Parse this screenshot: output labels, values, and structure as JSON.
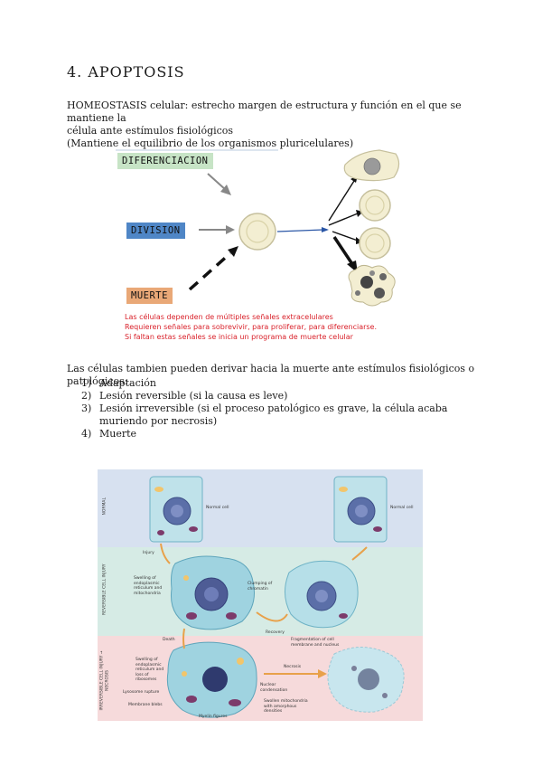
{
  "heading": "4. APOPTOSIS",
  "intro": {
    "line1": "HOMEOSTASIS celular: estrecho margen de estructura y función en el que se mantiene la",
    "line2": "célula ante estímulos fisiológicos",
    "line3": "(Mantiene el equilibrio de los organismos pluricelulares)"
  },
  "diagram1": {
    "labels": {
      "differentiation": "DIFERENCIACION",
      "division": "DIVISION",
      "death": "MUERTE"
    },
    "colors": {
      "differentiation": "#c7e4c6",
      "division": "#4f86c6",
      "death": "#e9a877",
      "cell": "#f3eed2",
      "red_text": "#d9212a"
    },
    "caption": [
      "Las células dependen de múltiples señales extracelulares",
      "Requieren señales para sobrevivir, para proliferar, para diferenciarse.",
      "Si faltan estas señales se inicia un programa de muerte celular"
    ]
  },
  "paragraph2": "Las células tambien pueden derivar hacia la muerte ante estímulos fisiológicos o patológicos:",
  "steps": [
    {
      "num": "1)",
      "text": "Adaptación"
    },
    {
      "num": "2)",
      "text": "Lesión reversible (si la causa es leve)"
    },
    {
      "num": "3)",
      "text": "Lesión irreversible (si el proceso patológico es grave, la célula acaba muriendo por necrosis)"
    },
    {
      "num": "4)",
      "text": "Muerte"
    }
  ],
  "figure2": {
    "bands": [
      {
        "label": "NORMAL",
        "color": "#d7e1f0"
      },
      {
        "label": "REVERSIBLE CELL INJURY",
        "color": "#d6ebe5"
      },
      {
        "label": "IRREVERSIBLE CELL INJURY → NECROSIS",
        "color": "#f6dadb"
      }
    ],
    "labels": {
      "normal_left": "Normal cell",
      "normal_right": "Normal cell",
      "injury": "Injury",
      "swelling_er": "Swelling of endoplasmic reticulum and mitochondria",
      "clumping": "Clumping of chromatin",
      "recovery": "Recovery",
      "death": "Death",
      "swelling_er2": "Swelling of endoplasmic reticulum and loss of ribosomes",
      "lysosome": "Lysosome rupture",
      "membrane_blebs": "Membrane blebs",
      "myelin": "Myelin figures",
      "nuclear_condensation": "Nuclear condensation",
      "swollen_mito": "Swollen mitochondria with amorphous densities",
      "fragmentation": "Fragmentation of cell membrane and nucleus",
      "necrosis": "Necrosis"
    }
  }
}
